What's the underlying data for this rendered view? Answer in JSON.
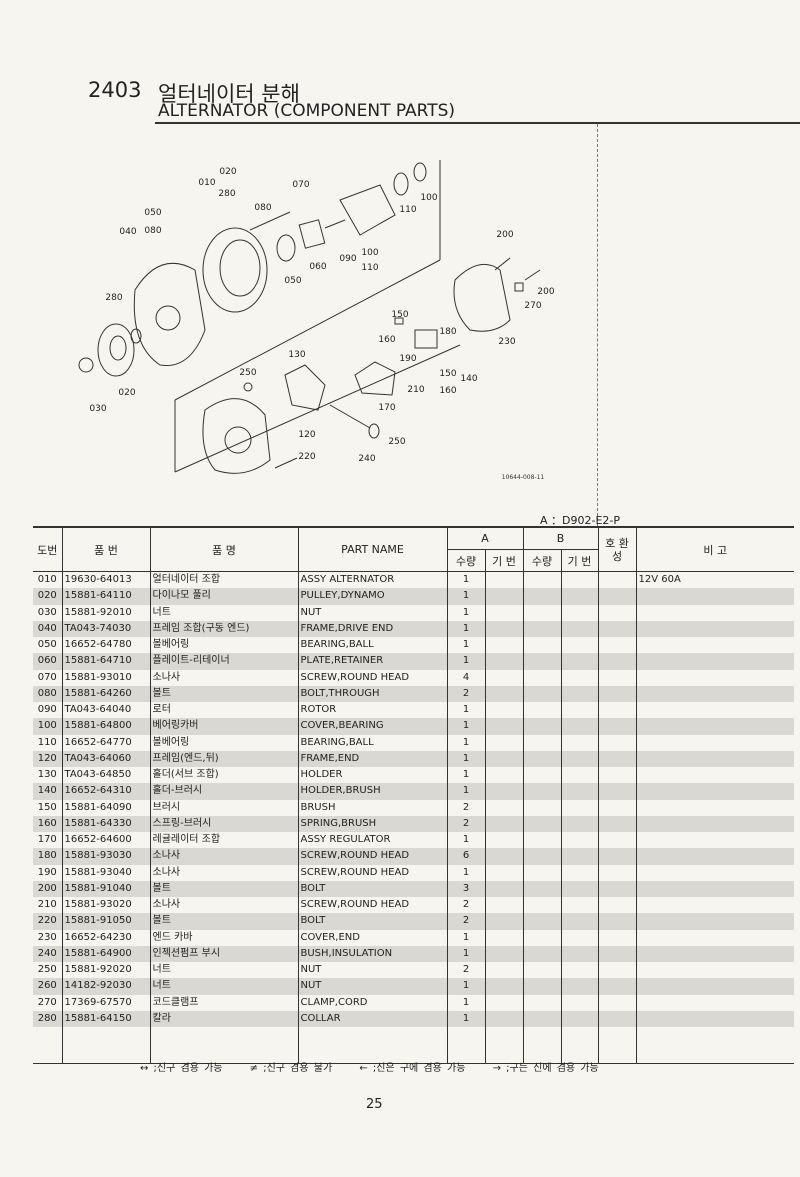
{
  "header": {
    "section_number": "2403",
    "title_korean": "얼터네이터 분해",
    "title_english": "ALTERNATOR (COMPONENT PARTS)"
  },
  "diagram": {
    "labels": [
      "020",
      "010",
      "280",
      "050",
      "040",
      "080",
      "080",
      "070",
      "060",
      "050",
      "100",
      "110",
      "100",
      "090",
      "110",
      "200",
      "200",
      "270",
      "230",
      "150",
      "180",
      "160",
      "190",
      "150",
      "140",
      "160",
      "210",
      "170",
      "130",
      "250",
      "280",
      "020",
      "030",
      "120",
      "220",
      "250",
      "240"
    ],
    "figure_code": "10644-008-11"
  },
  "model_code": "A ：D902-E2-P",
  "table": {
    "headers": {
      "ref_no": "도번",
      "part_no": "품  번",
      "part_name_kr": "품     명",
      "part_name": "PART  NAME",
      "group_a": "A",
      "group_b": "B",
      "qty": "수량",
      "serial": "기 번",
      "interchange": "호 환 성",
      "remarks": "비   고"
    },
    "rows": [
      [
        "010",
        "19630-64013",
        "얼터네이터 조합",
        "ASSY ALTERNATOR",
        "1",
        "12V 60A"
      ],
      [
        "020",
        "15881-64110",
        "다이나모 풀리",
        "PULLEY,DYNAMO",
        "1",
        ""
      ],
      [
        "030",
        "15881-92010",
        "너트",
        "NUT",
        "1",
        ""
      ],
      [
        "040",
        "TA043-74030",
        "프레임 조합(구동 엔드)",
        "FRAME,DRIVE END",
        "1",
        ""
      ],
      [
        "050",
        "16652-64780",
        "볼베어링",
        "BEARING,BALL",
        "1",
        ""
      ],
      [
        "060",
        "15881-64710",
        "플레이트-리테이너",
        "PLATE,RETAINER",
        "1",
        ""
      ],
      [
        "070",
        "15881-93010",
        "소나사",
        "SCREW,ROUND HEAD",
        "4",
        ""
      ],
      [
        "080",
        "15881-64260",
        "볼트",
        "BOLT,THROUGH",
        "2",
        ""
      ],
      [
        "090",
        "TA043-64040",
        "로터",
        "ROTOR",
        "1",
        ""
      ],
      [
        "100",
        "15881-64800",
        "베어링카버",
        "COVER,BEARING",
        "1",
        ""
      ],
      [
        "110",
        "16652-64770",
        "볼베어링",
        "BEARING,BALL",
        "1",
        ""
      ],
      [
        "120",
        "TA043-64060",
        "프레임(엔드,뒤)",
        "FRAME,END",
        "1",
        ""
      ],
      [
        "130",
        "TA043-64850",
        "홀더(서브 조합)",
        "HOLDER",
        "1",
        ""
      ],
      [
        "140",
        "16652-64310",
        "홀더-브러시",
        "HOLDER,BRUSH",
        "1",
        ""
      ],
      [
        "150",
        "15881-64090",
        "브러시",
        "BRUSH",
        "2",
        ""
      ],
      [
        "160",
        "15881-64330",
        "스프링-브러시",
        "SPRING,BRUSH",
        "2",
        ""
      ],
      [
        "170",
        "16652-64600",
        "레귤레이터 조합",
        "ASSY REGULATOR",
        "1",
        ""
      ],
      [
        "180",
        "15881-93030",
        "소나사",
        "SCREW,ROUND HEAD",
        "6",
        ""
      ],
      [
        "190",
        "15881-93040",
        "소나사",
        "SCREW,ROUND HEAD",
        "1",
        ""
      ],
      [
        "200",
        "15881-91040",
        "볼트",
        "BOLT",
        "3",
        ""
      ],
      [
        "210",
        "15881-93020",
        "소나사",
        "SCREW,ROUND HEAD",
        "2",
        ""
      ],
      [
        "220",
        "15881-91050",
        "볼트",
        "BOLT",
        "2",
        ""
      ],
      [
        "230",
        "16652-64230",
        "엔드 카바",
        "COVER,END",
        "1",
        ""
      ],
      [
        "240",
        "15881-64900",
        "인젝션펌프 부시",
        "BUSH,INSULATION",
        "1",
        ""
      ],
      [
        "250",
        "15881-92020",
        "너트",
        "NUT",
        "2",
        ""
      ],
      [
        "260",
        "14182-92030",
        "너트",
        "NUT",
        "1",
        ""
      ],
      [
        "270",
        "17369-67570",
        "코드클램프",
        "CLAMP,CORD",
        "1",
        ""
      ],
      [
        "280",
        "15881-64150",
        "칼라",
        "COLLAR",
        "1",
        ""
      ]
    ]
  },
  "legend": [
    "↔ ;신구 겸용 가능",
    "≠ ;신구 겸용 불가",
    "← ;신은 구에 겸용 가능",
    "→ ;구는 신에 겸용 가능"
  ],
  "page_number": "25"
}
